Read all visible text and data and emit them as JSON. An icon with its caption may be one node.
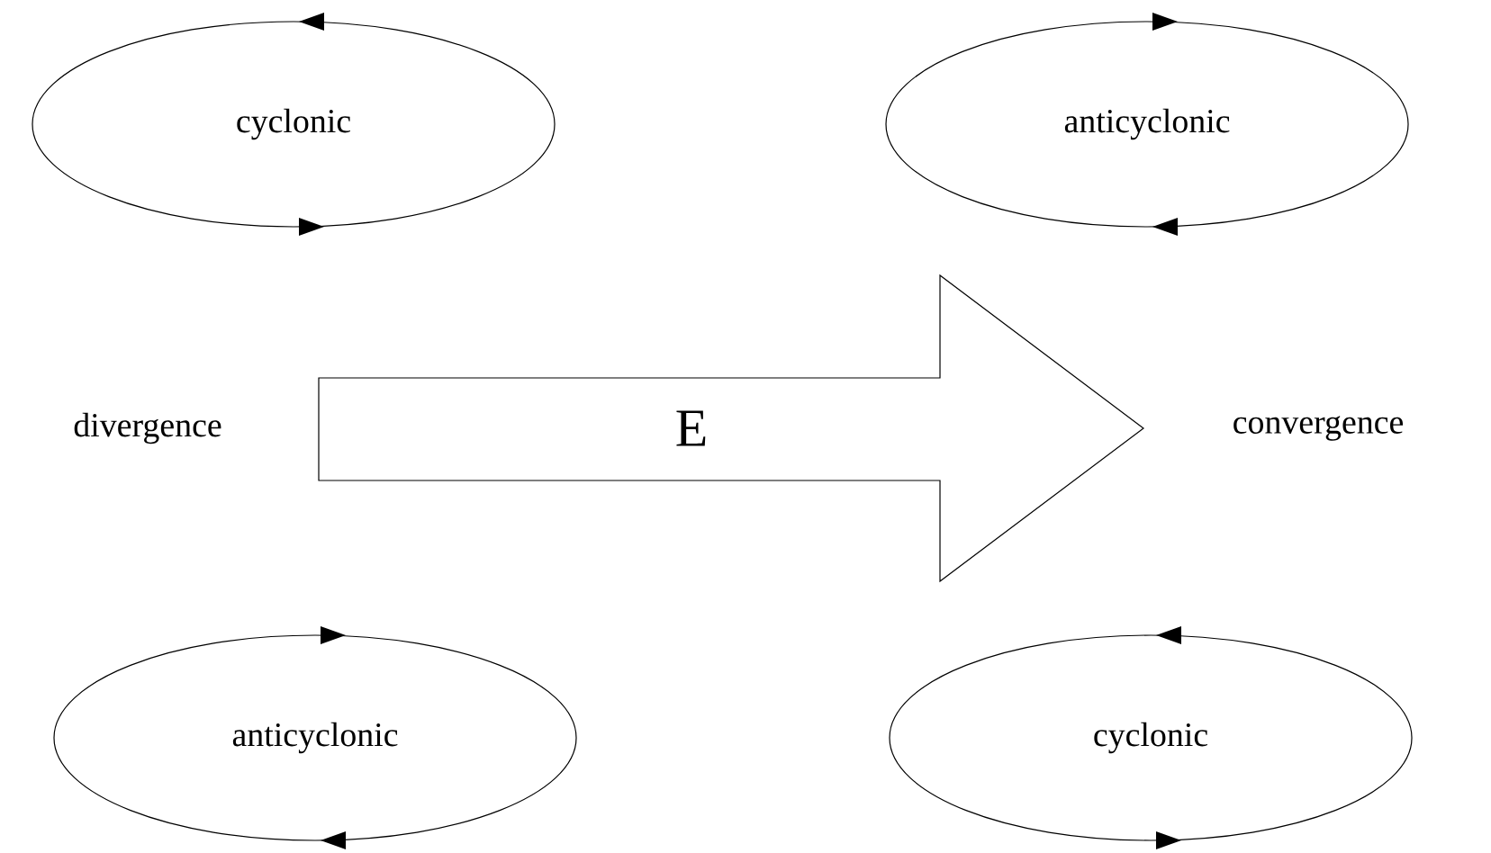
{
  "diagram": {
    "nodes": [
      {
        "text": [
          "cyclonic"
        ]
      },
      {
        "text": [
          "anticyclonic"
        ]
      },
      {
        "text": [
          "E"
        ]
      },
      {
        "text": [
          "anticyclonic"
        ]
      },
      {
        "text": [
          "cyclonic"
        ]
      }
    ],
    "labels": [
      "divergence",
      "convergence"
    ]
  }
}
